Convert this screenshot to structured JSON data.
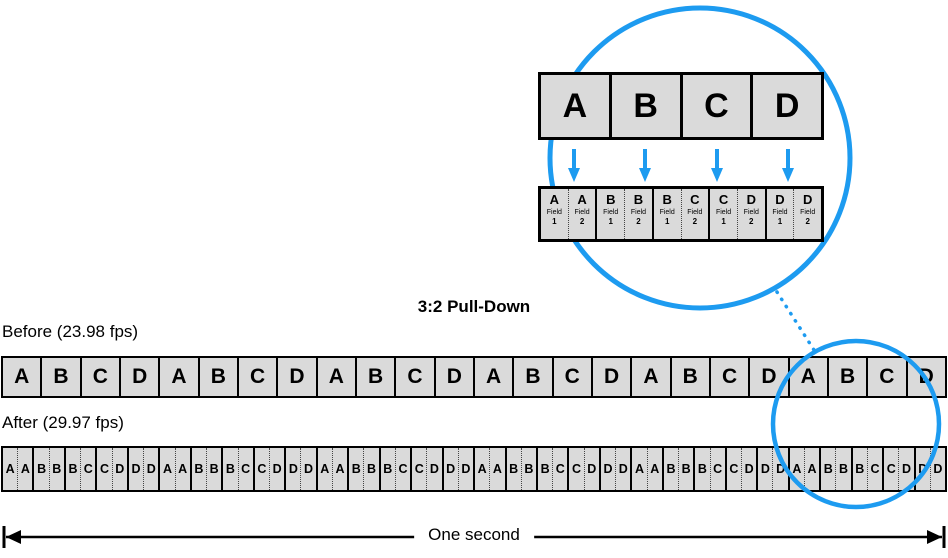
{
  "title": "3:2 Pull-Down",
  "colors": {
    "accent": "#1D9BF0",
    "cell_bg": "#DADADA",
    "border": "#000000"
  },
  "magnifier": {
    "frames": [
      "A",
      "B",
      "C",
      "D"
    ],
    "fields": [
      {
        "letter": "A",
        "word": "Field",
        "num": "1"
      },
      {
        "letter": "A",
        "word": "Field",
        "num": "2"
      },
      {
        "letter": "B",
        "word": "Field",
        "num": "1"
      },
      {
        "letter": "B",
        "word": "Field",
        "num": "2"
      },
      {
        "letter": "B",
        "word": "Field",
        "num": "1"
      },
      {
        "letter": "C",
        "word": "Field",
        "num": "2"
      },
      {
        "letter": "C",
        "word": "Field",
        "num": "1"
      },
      {
        "letter": "D",
        "word": "Field",
        "num": "2"
      },
      {
        "letter": "D",
        "word": "Field",
        "num": "1"
      },
      {
        "letter": "D",
        "word": "Field",
        "num": "2"
      }
    ]
  },
  "before": {
    "label": "Before (23.98 fps)",
    "frames": [
      "A",
      "B",
      "C",
      "D",
      "A",
      "B",
      "C",
      "D",
      "A",
      "B",
      "C",
      "D",
      "A",
      "B",
      "C",
      "D",
      "A",
      "B",
      "C",
      "D",
      "A",
      "B",
      "C",
      "D"
    ]
  },
  "after": {
    "label": "After (29.97 fps)",
    "fields": [
      "A",
      "A",
      "B",
      "B",
      "B",
      "C",
      "C",
      "D",
      "D",
      "D",
      "A",
      "A",
      "B",
      "B",
      "B",
      "C",
      "C",
      "D",
      "D",
      "D",
      "A",
      "A",
      "B",
      "B",
      "B",
      "C",
      "C",
      "D",
      "D",
      "D",
      "A",
      "A",
      "B",
      "B",
      "B",
      "C",
      "C",
      "D",
      "D",
      "D",
      "A",
      "A",
      "B",
      "B",
      "B",
      "C",
      "C",
      "D",
      "D",
      "D",
      "A",
      "A",
      "B",
      "B",
      "B",
      "C",
      "C",
      "D",
      "D",
      "D"
    ]
  },
  "footer": {
    "label": "One second"
  }
}
